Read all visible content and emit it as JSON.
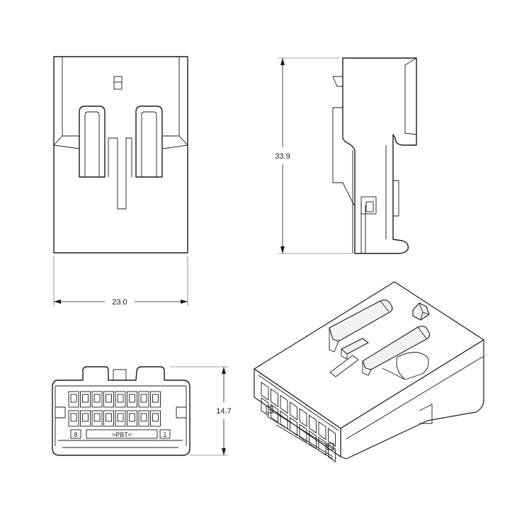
{
  "dimensions": {
    "width": "23.0",
    "height": "33.9",
    "depth": "14.7"
  },
  "markings": {
    "left_pin": "8",
    "right_pin": "1",
    "material": ">PBT<"
  }
}
